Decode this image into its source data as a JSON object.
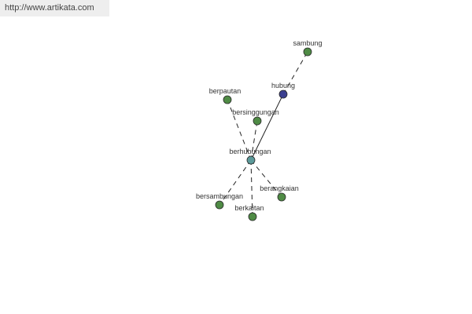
{
  "header": {
    "url": "http://www.artikata.com"
  },
  "colors": {
    "background": "#ffffff",
    "banner_bg": "#eeeeee",
    "node_green": "#4f8b45",
    "node_center": "#5c9a9a",
    "node_blue": "#3b3f8f",
    "edge": "#222222",
    "label": "#333333"
  },
  "graph": {
    "center": "berhubungan",
    "nodes": [
      {
        "id": "sambung",
        "label": "sambung",
        "kind": "green"
      },
      {
        "id": "hubung",
        "label": "hubung",
        "kind": "blue"
      },
      {
        "id": "berpautan",
        "label": "berpautan",
        "kind": "green"
      },
      {
        "id": "bersinggungan",
        "label": "bersinggungan",
        "kind": "green"
      },
      {
        "id": "berhubungan",
        "label": "berhubungan",
        "kind": "center"
      },
      {
        "id": "bersambungan",
        "label": "bersambungan",
        "kind": "green"
      },
      {
        "id": "berkaitan",
        "label": "berkaitan",
        "kind": "green"
      },
      {
        "id": "berangkaian",
        "label": "berangkaian",
        "kind": "green"
      }
    ],
    "edges": [
      {
        "from": "hubung",
        "to": "sambung",
        "style": "dashed"
      },
      {
        "from": "berhubungan",
        "to": "hubung",
        "style": "solid"
      },
      {
        "from": "berhubungan",
        "to": "berpautan",
        "style": "dashed"
      },
      {
        "from": "berhubungan",
        "to": "bersinggungan",
        "style": "dashed"
      },
      {
        "from": "berhubungan",
        "to": "bersambungan",
        "style": "dashed"
      },
      {
        "from": "berhubungan",
        "to": "berkaitan",
        "style": "dashed"
      },
      {
        "from": "berhubungan",
        "to": "berangkaian",
        "style": "dashed"
      }
    ]
  }
}
